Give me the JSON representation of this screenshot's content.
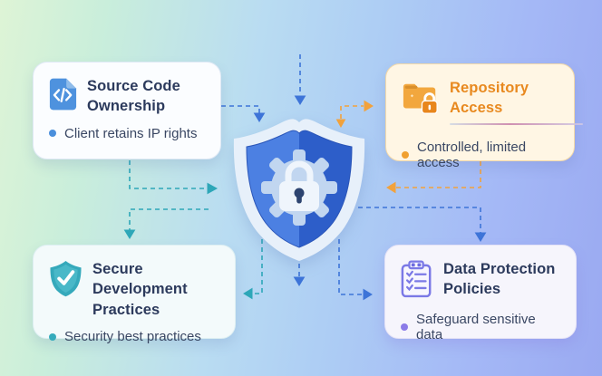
{
  "cards": {
    "source_code": {
      "title": "Source Code Ownership",
      "bullet": "Client retains IP rights"
    },
    "repository": {
      "title": "Repository Access",
      "bullet": "Controlled, limited access"
    },
    "secure_dev": {
      "title": "Secure Development Practices",
      "bullet": "Security best practices"
    },
    "data_protection": {
      "title": "Data Protection Policies",
      "bullet": "Safeguard sensitive data"
    }
  },
  "center": {
    "icon": "shield-gear-lock"
  },
  "colors": {
    "navy": "#2C3A5C",
    "text": "#3A4763",
    "accent_blue": "#4A8FDC",
    "accent_orange": "#E8891F",
    "accent_teal": "#35ABBC",
    "accent_purple": "#7F75E2",
    "arrow_blue": "#3D74D8",
    "arrow_teal": "#2EA7B8",
    "arrow_orange": "#F2A23C",
    "shield_left": "#4C80E2",
    "shield_right": "#2D5EC9",
    "shield_rim": "#E7F0FA",
    "gear": "#C1D6F0"
  }
}
